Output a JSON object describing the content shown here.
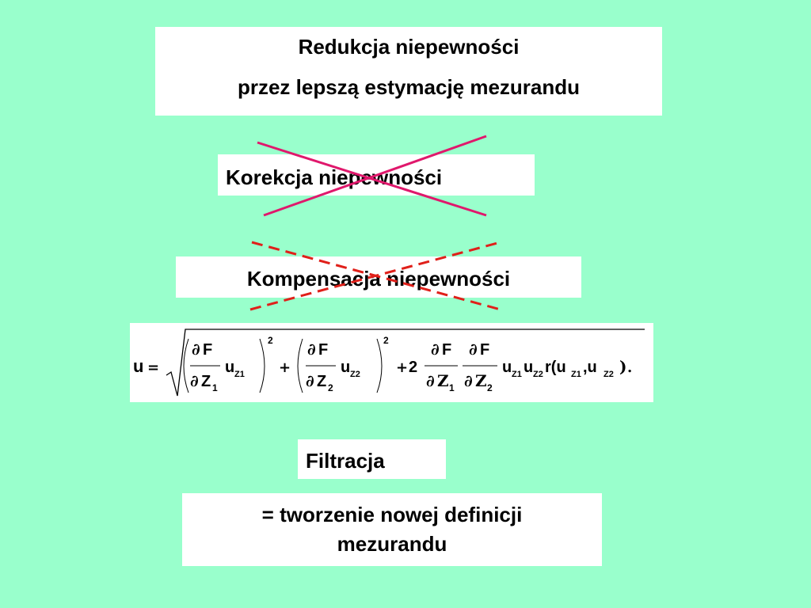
{
  "slide": {
    "title_line1": "Redukcja niepewności",
    "title_line2": "przez lepszą estymację mezurandu",
    "correction_label": "Korekcja niepewności",
    "compensation_label": "Kompensacja niepewności",
    "filtration_label": "Filtracja",
    "definition_line1": "= tworzenie nowej definicji",
    "definition_line2": "mezurandu"
  },
  "formula": {
    "lhs": "u",
    "equals": "=",
    "partial": "∂",
    "F": "F",
    "Z": "Z",
    "u_base": "u",
    "Z1_sub": "Z1",
    "Z2_sub": "Z2",
    "sub1": "1",
    "sub2": "2",
    "exponent": "2",
    "plus": "+",
    "coeff": "2",
    "r_open": "r(u",
    "comma_u": ",u",
    "close_paren": ")",
    "end_dot": "."
  },
  "colors": {
    "background": "#99ffcc",
    "box": "#ffffff",
    "solid_cross": "#e0186c",
    "dashed_cross": "#e0201a"
  }
}
